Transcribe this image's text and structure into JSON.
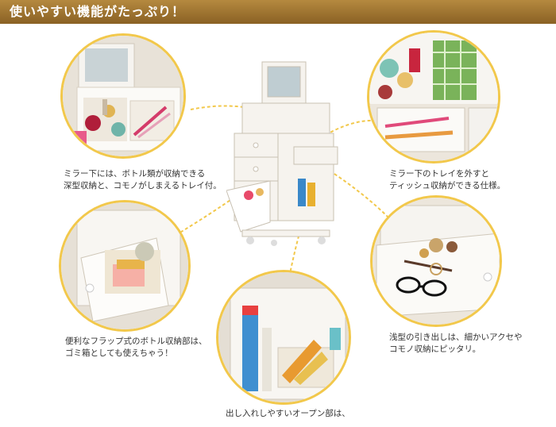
{
  "header": {
    "title": "使いやすい機能がたっぷり！"
  },
  "features": [
    {
      "lines": [
        "ミラー下には、ボトル類が収納できる",
        "深型収納と、コモノがしまえるトレイ付。"
      ]
    },
    {
      "lines": [
        "ミラー下のトレイを外すと",
        "ティッシュ収納ができる仕様。"
      ]
    },
    {
      "lines": [
        "便利なフラップ式のボトル収納部は、",
        "ゴミ箱としても使えちゃう！"
      ]
    },
    {
      "lines": [
        "浅型の引き出しは、細かいアクセや",
        "コモノ収納にピッタリ。"
      ]
    },
    {
      "lines": [
        "出し入れしやすいオープン部は、"
      ]
    }
  ],
  "colors": {
    "header": "#9a6d2c",
    "ring": "#f2c84b",
    "cabinet": "#f4f1ec"
  }
}
